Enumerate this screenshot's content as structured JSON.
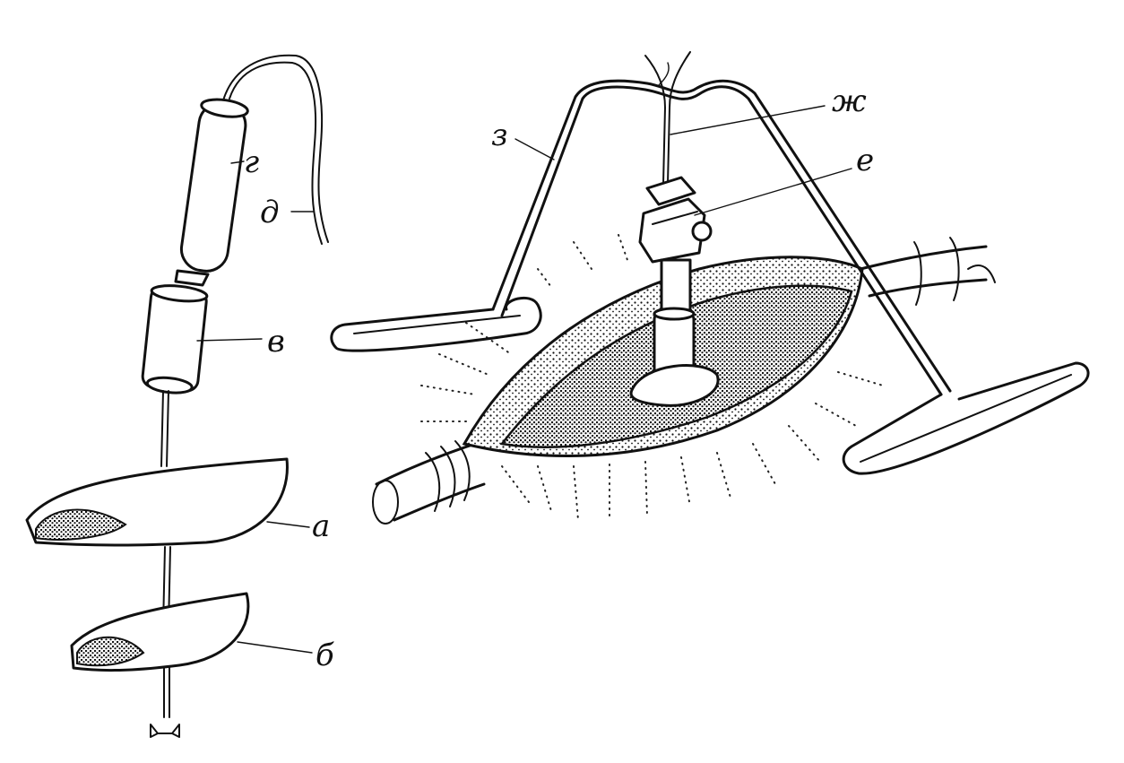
{
  "labels": {
    "a": "а",
    "b": "б",
    "v": "в",
    "g": "г",
    "d": "д",
    "e": "е",
    "zh": "ж",
    "z": "з"
  }
}
